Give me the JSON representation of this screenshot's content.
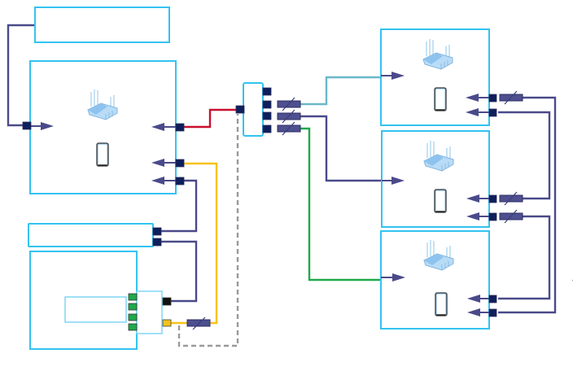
{
  "diagram": {
    "title": "",
    "colors": {
      "box_border": "#33c3f0",
      "box_inner_border": "#7fd6f5",
      "wire_default": "#4a4a8a",
      "wire_red": "#c8102e",
      "wire_yellow": "#f7c21a",
      "wire_green": "#1faa4a",
      "wire_teal": "#6bb7c9",
      "wire_dashed": "#9a9a9a",
      "port": "#0d1f5c",
      "attenuator": "#4e4f8f"
    },
    "nodes": [
      {
        "id": "top-left-box",
        "type": "empty-box"
      },
      {
        "id": "main-dut-box",
        "type": "dut",
        "icons": [
          "router-icon",
          "phone-icon"
        ]
      },
      {
        "id": "mid-left-bar",
        "type": "empty-box"
      },
      {
        "id": "bottom-left-box",
        "type": "controller",
        "ports": [
          "green",
          "green",
          "green",
          "green",
          "black",
          "yellow"
        ]
      },
      {
        "id": "splitter",
        "type": "splitter",
        "outputs": 4
      },
      {
        "id": "right-box-1",
        "type": "dut",
        "icons": [
          "router-icon",
          "phone-icon"
        ]
      },
      {
        "id": "right-box-2",
        "type": "dut",
        "icons": [
          "router-icon",
          "phone-icon"
        ]
      },
      {
        "id": "right-box-3",
        "type": "dut",
        "icons": [
          "router-icon",
          "phone-icon"
        ]
      }
    ],
    "connections": [
      {
        "from": "top-left-box",
        "to": "main-dut-box",
        "color": "wire_default"
      },
      {
        "from": "splitter",
        "to": "main-dut-box",
        "color": "wire_red"
      },
      {
        "from": "bottom-left-box",
        "to": "main-dut-box",
        "color": "wire_yellow",
        "attenuator": true
      },
      {
        "from": "mid-left-bar",
        "to": "main-dut-box",
        "color": "wire_default"
      },
      {
        "from": "mid-left-bar",
        "to": "bottom-left-box",
        "color": "wire_default"
      },
      {
        "from": "splitter",
        "to": "right-box-1",
        "color": "wire_teal",
        "attenuator": true
      },
      {
        "from": "splitter",
        "to": "right-box-2",
        "color": "wire_default",
        "attenuator": true
      },
      {
        "from": "splitter",
        "to": "right-box-3",
        "color": "wire_green",
        "attenuator": true
      },
      {
        "from": "right-box-1",
        "to": "right-box-3",
        "color": "wire_default",
        "attenuator": true
      },
      {
        "from": "right-box-1",
        "to": "right-box-2",
        "color": "wire_default"
      },
      {
        "from": "right-box-2",
        "to": "right-box-3",
        "color": "wire_default",
        "attenuator": true
      },
      {
        "from": "bottom-left-box",
        "to": "splitter",
        "color": "wire_dashed",
        "style": "dashed"
      }
    ]
  }
}
